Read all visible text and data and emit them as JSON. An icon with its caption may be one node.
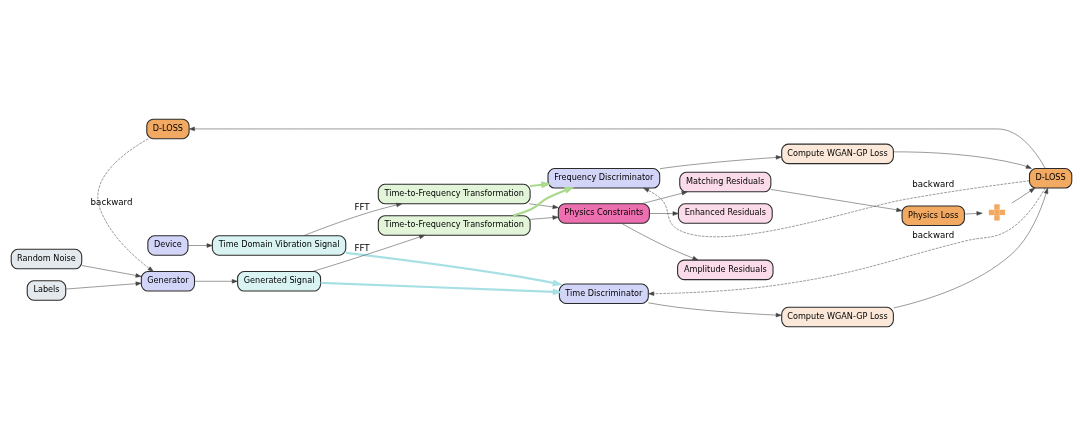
{
  "diagram": {
    "nodes": [
      {
        "text": [
          "Device"
        ]
      },
      {
        "text": [
          "Time Domain Vibration Signal"
        ]
      },
      {
        "text": [
          "Time-to-Frequency Transformation"
        ]
      },
      {
        "text": [
          "Physics Constraints"
        ]
      },
      {
        "text": [
          "Amplitude Residuals"
        ]
      },
      {
        "text": [
          "Matching Residuals"
        ]
      },
      {
        "text": [
          "Enhanced Residuals"
        ]
      },
      {
        "text": [
          "Physics Loss"
        ]
      },
      {
        "text": [
          "Random Noise"
        ]
      },
      {
        "text": [
          "Labels"
        ]
      },
      {
        "text": [
          "Generator"
        ]
      },
      {
        "text": [
          "Generated Signal"
        ]
      },
      {
        "text": [
          "Time-to-Frequency Transformation"
        ]
      },
      {
        "text": [
          "Time Discriminator"
        ]
      },
      {
        "text": [
          "Frequency Discriminator"
        ]
      },
      {
        "text": [
          "Compute WGAN-GP Loss"
        ]
      },
      {
        "text": [
          "Compute WGAN-GP Loss"
        ]
      },
      {
        "text": [
          "D-LOSS"
        ]
      },
      {
        "text": [
          "D-LOSS"
        ]
      },
      {
        "text": [],
        "shape": "cross"
      }
    ],
    "edges": [
      {
        "from": 0,
        "to": 1,
        "arrow": "to"
      },
      {
        "from": 1,
        "to": 2,
        "arrow": "to",
        "label": "FFT"
      },
      {
        "from": 2,
        "to": 3,
        "arrow": "to"
      },
      {
        "from": 12,
        "to": 3,
        "arrow": "to"
      },
      {
        "from": 3,
        "to": 4,
        "arrow": "to"
      },
      {
        "from": 3,
        "to": 5,
        "arrow": "to"
      },
      {
        "from": 3,
        "to": 6,
        "arrow": "to"
      },
      {
        "from": 5,
        "to": 7,
        "arrow": "to"
      },
      {
        "from": 8,
        "to": 10,
        "arrow": "to"
      },
      {
        "from": 9,
        "to": 10,
        "arrow": "to"
      },
      {
        "from": 10,
        "to": 11,
        "arrow": "to"
      },
      {
        "from": 11,
        "to": 12,
        "arrow": "to",
        "label": "FFT"
      },
      {
        "from": 1,
        "to": 13,
        "arrow": "to",
        "style": "thick",
        "color": "#a6dfe4"
      },
      {
        "from": 11,
        "to": 13,
        "arrow": "to",
        "style": "thick",
        "color": "#a6dfe4"
      },
      {
        "from": 2,
        "to": 14,
        "arrow": "to",
        "style": "thick",
        "color": "#a9d98c"
      },
      {
        "from": 12,
        "to": 14,
        "arrow": "to",
        "style": "thick",
        "color": "#a9d98c"
      },
      {
        "from": 13,
        "to": 15,
        "arrow": "to"
      },
      {
        "from": 14,
        "to": 16,
        "arrow": "to"
      },
      {
        "from": 15,
        "to": 18,
        "arrow": "to"
      },
      {
        "from": 16,
        "to": 18,
        "arrow": "to"
      },
      {
        "from": 18,
        "to": 13,
        "arrow": "to",
        "style": "dashed",
        "label": "backward"
      },
      {
        "from": 18,
        "to": 14,
        "arrow": "to",
        "style": "dashed",
        "label": "backward"
      },
      {
        "from": 7,
        "to": 19,
        "arrow": "to"
      },
      {
        "from": 19,
        "to": 18,
        "arrow": "to"
      },
      {
        "from": 18,
        "to": 17,
        "arrow": "to"
      },
      {
        "from": 17,
        "to": 10,
        "arrow": "to",
        "style": "dashed",
        "label": "backward"
      }
    ]
  }
}
